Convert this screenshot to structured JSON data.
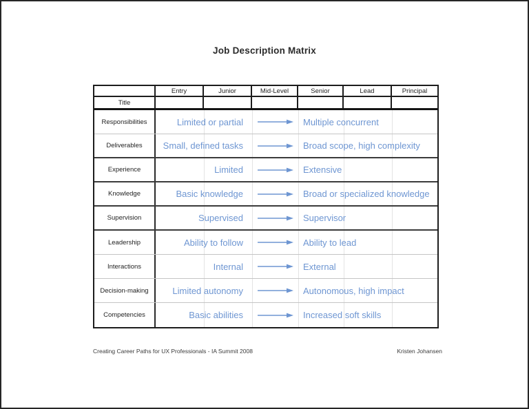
{
  "page": {
    "title": "Job Description Matrix",
    "footer_left": "Creating Career Paths for UX Professionals - IA Summit 2008",
    "footer_right": "Kristen Johansen"
  },
  "colors": {
    "accent_blue": "#6E96D2",
    "grid_dark": "#3A3A3A",
    "grid_light": "#C4C4C4",
    "table_border": "#1C1C1C"
  },
  "icons": {
    "arrow_right": "→"
  },
  "table": {
    "columns": [
      "Entry",
      "Junior",
      "Mid-Level",
      "Senior",
      "Lead",
      "Principal"
    ],
    "title_row_label": "Title",
    "rows": [
      {
        "label": "Responsibilities",
        "from": "Limited or partial",
        "to": "Multiple concurrent"
      },
      {
        "label": "Deliverables",
        "from": "Small, defined tasks",
        "to": "Broad scope, high complexity"
      },
      {
        "label": "Experience",
        "from": "Limited",
        "to": "Extensive"
      },
      {
        "label": "Knowledge",
        "from": "Basic knowledge",
        "to": "Broad or specialized knowledge"
      },
      {
        "label": "Supervision",
        "from": "Supervised",
        "to": "Supervisor"
      },
      {
        "label": "Leadership",
        "from": "Ability to follow",
        "to": "Ability to lead"
      },
      {
        "label": "Interactions",
        "from": "Internal",
        "to": "External"
      },
      {
        "label": "Decision-making",
        "from": "Limited autonomy",
        "to": "Autonomous, high impact"
      },
      {
        "label": "Competencies",
        "from": "Basic abilities",
        "to": "Increased soft skills"
      }
    ]
  }
}
